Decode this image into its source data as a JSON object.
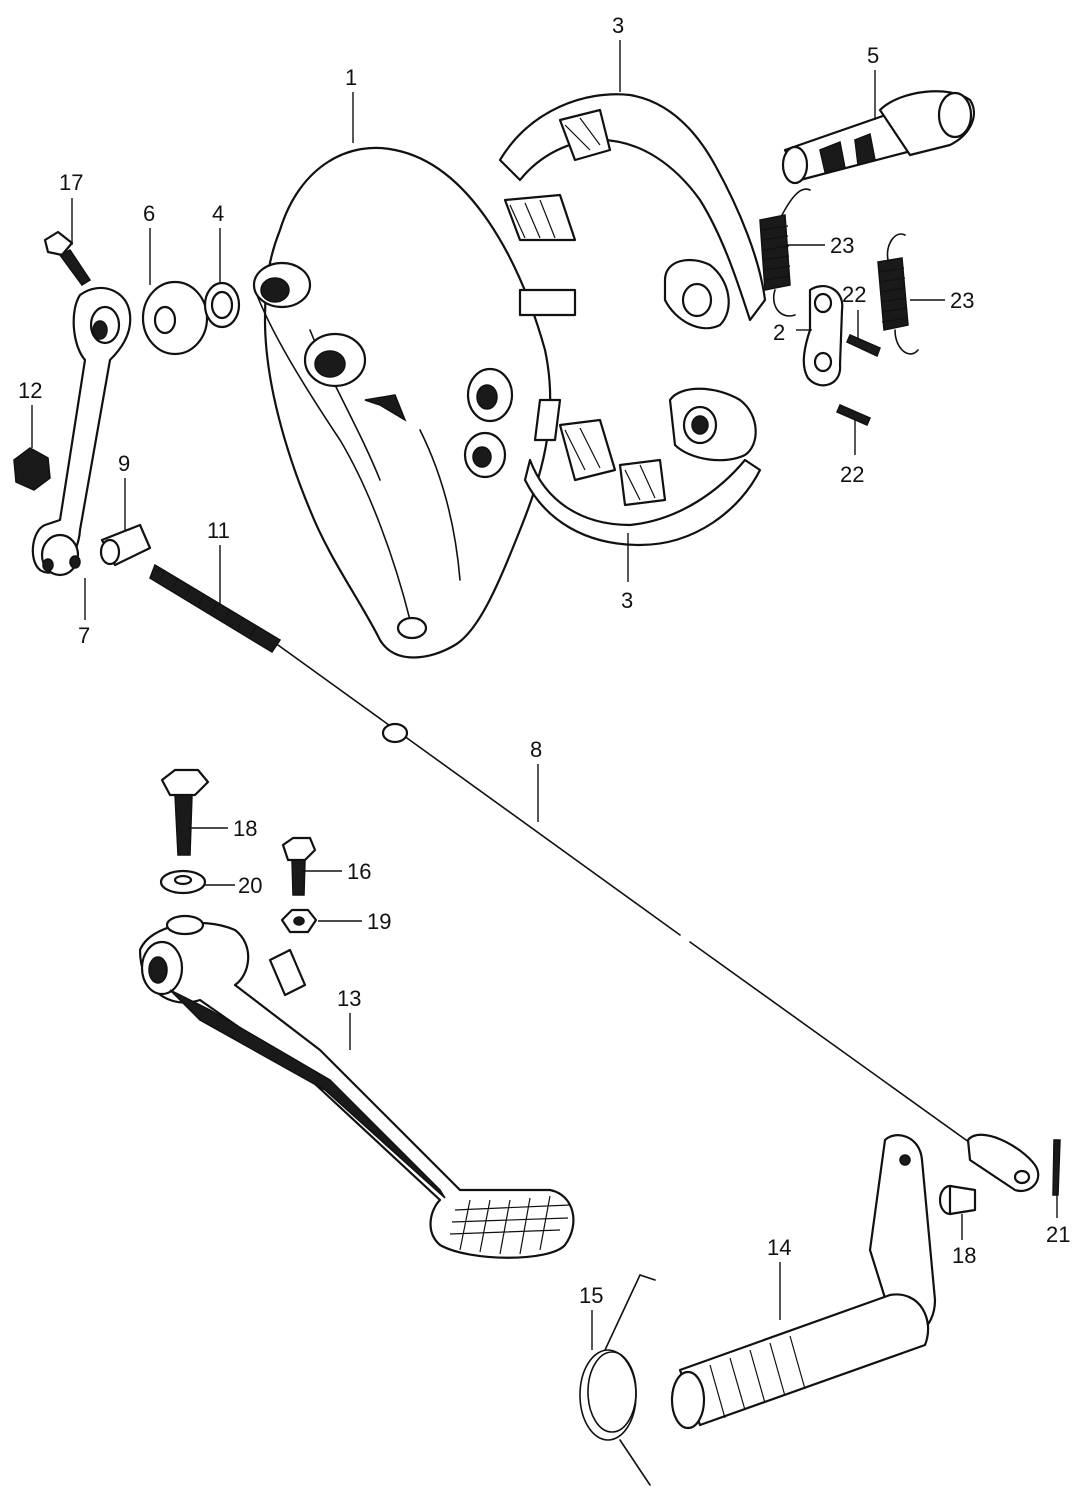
{
  "diagram": {
    "callouts": [
      {
        "id": "c1",
        "label": "1"
      },
      {
        "id": "c3a",
        "label": "3"
      },
      {
        "id": "c3b",
        "label": "3"
      },
      {
        "id": "c5",
        "label": "5"
      },
      {
        "id": "c17",
        "label": "17"
      },
      {
        "id": "c6",
        "label": "6"
      },
      {
        "id": "c4",
        "label": "4"
      },
      {
        "id": "c23a",
        "label": "23"
      },
      {
        "id": "c23b",
        "label": "23"
      },
      {
        "id": "c22a",
        "label": "22"
      },
      {
        "id": "c2",
        "label": "2"
      },
      {
        "id": "c22b",
        "label": "22"
      },
      {
        "id": "c12",
        "label": "12"
      },
      {
        "id": "c9",
        "label": "9"
      },
      {
        "id": "c11",
        "label": "11"
      },
      {
        "id": "c7",
        "label": "7"
      },
      {
        "id": "c8",
        "label": "8"
      },
      {
        "id": "c18a",
        "label": "18"
      },
      {
        "id": "c16",
        "label": "16"
      },
      {
        "id": "c20",
        "label": "20"
      },
      {
        "id": "c19",
        "label": "19"
      },
      {
        "id": "c13",
        "label": "13"
      },
      {
        "id": "c21",
        "label": "21"
      },
      {
        "id": "c18b",
        "label": "18"
      },
      {
        "id": "c14",
        "label": "14"
      },
      {
        "id": "c15",
        "label": "15"
      }
    ]
  }
}
